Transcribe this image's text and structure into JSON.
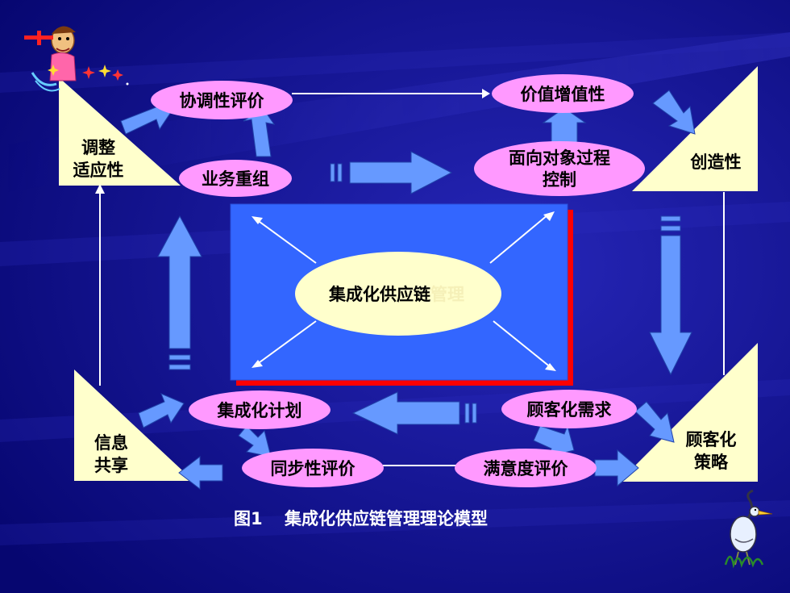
{
  "corner_triangles": {
    "top_left": [
      "调整",
      "适应性"
    ],
    "top_right": "创造性",
    "bottom_left": [
      "信息",
      "共享"
    ],
    "bottom_right": [
      "顾客化",
      "策略"
    ]
  },
  "ovals": {
    "coordination_eval": "协调性评价",
    "value_added": "价值增值性",
    "business_reorg": "业务重组",
    "object_process_control": [
      "面向对象过程",
      "控制"
    ],
    "integrated_plan": "集成化计划",
    "customer_demand": "顾客化需求",
    "sync_eval": "同步性评价",
    "satisfaction_eval": "满意度评价"
  },
  "center": {
    "label_visible": "集成化供应链",
    "label_faded": "管理"
  },
  "caption": {
    "prefix": "图1",
    "text": "集成化供应链管理理论模型"
  },
  "colors": {
    "background": "#0a0a8c",
    "triangle_fill": "#ffffcc",
    "oval_fill": "#ff99ff",
    "center_fill": "#ffffcc",
    "panel_fill": "#3366ff",
    "panel_shadow": "#ff0000",
    "block_arrow": "#6699ff",
    "text": "#000000",
    "caption_text": "#ffffff"
  },
  "icons": [
    "cartoon-character-icon",
    "heron-bird-icon"
  ]
}
